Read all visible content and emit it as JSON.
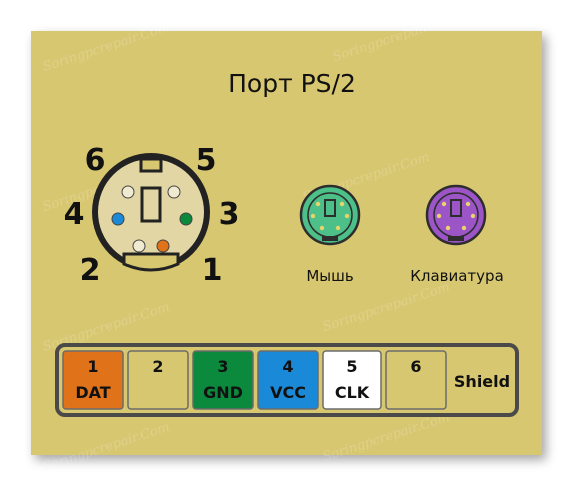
{
  "title": "Порт PS/2",
  "diagram_pin_numbers": [
    "6",
    "5",
    "4",
    "3",
    "2",
    "1"
  ],
  "ports": [
    {
      "label": "Мышь",
      "color": "#4dbf88"
    },
    {
      "label": "Клавиатура",
      "color": "#9c55c6"
    }
  ],
  "pins": [
    {
      "num": "1",
      "label": "DAT",
      "color": "#e0731a",
      "text_color": "#111111"
    },
    {
      "num": "2",
      "label": "",
      "color": "#d8c771",
      "text_color": "#111111"
    },
    {
      "num": "3",
      "label": "GND",
      "color": "#0b8a3d",
      "text_color": "#111111"
    },
    {
      "num": "4",
      "label": "VCC",
      "color": "#1a8ad8",
      "text_color": "#111111"
    },
    {
      "num": "5",
      "label": "CLK",
      "color": "#ffffff",
      "text_color": "#111111"
    },
    {
      "num": "6",
      "label": "",
      "color": "#d8c771",
      "text_color": "#111111"
    }
  ],
  "shield_label": "Shield",
  "watermark": "Soringpcrepair.Com"
}
